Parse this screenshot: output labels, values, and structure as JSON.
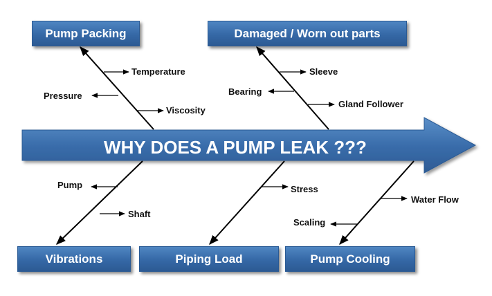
{
  "problem": "WHY DOES A PUMP LEAK ???",
  "categories": {
    "pump_packing": "Pump Packing",
    "damaged_parts": "Damaged / Worn out parts",
    "vibrations": "Vibrations",
    "piping_load": "Piping Load",
    "pump_cooling": "Pump Cooling"
  },
  "causes": {
    "temperature": "Temperature",
    "pressure": "Pressure",
    "viscosity": "Viscosity",
    "sleeve": "Sleeve",
    "bearing": "Bearing",
    "gland_follower": "Gland Follower",
    "pump": "Pump",
    "shaft": "Shaft",
    "stress": "Stress",
    "water_flow": "Water Flow",
    "scaling": "Scaling"
  },
  "colors": {
    "box_fill": "#3a6eab",
    "arrow_fill": "#3568a6",
    "line": "#000000",
    "text_light": "#ffffff"
  }
}
